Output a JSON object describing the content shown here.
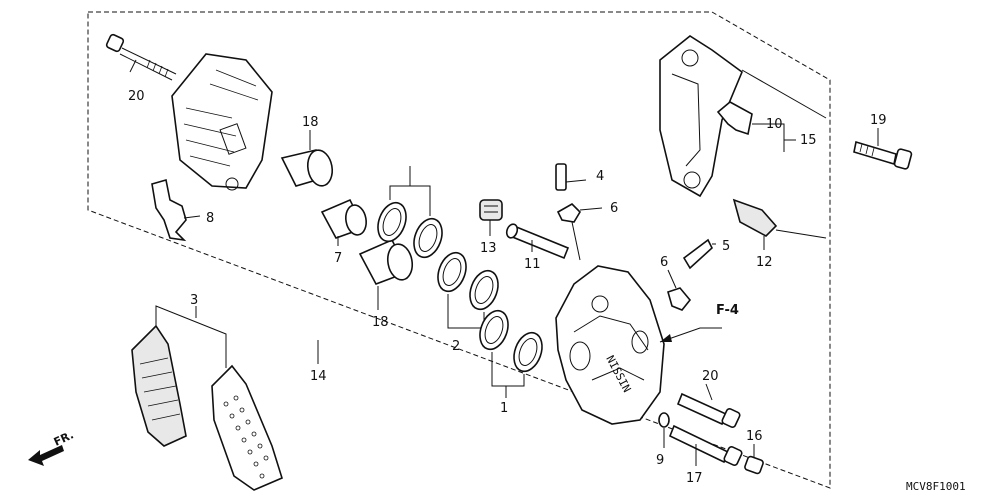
{
  "diagram": {
    "code": "MCV8F1001",
    "front_arrow_label": "FR.",
    "ref_label": "F-4",
    "callouts": {
      "c1": "1",
      "c2": "2",
      "c3": "3",
      "c4": "4",
      "c5": "5",
      "c6a": "6",
      "c6b": "6",
      "c7": "7",
      "c8": "8",
      "c9": "9",
      "c10": "10",
      "c11": "11",
      "c12": "12",
      "c13": "13",
      "c14": "14",
      "c15": "15",
      "c16": "16",
      "c17": "17",
      "c18a": "18",
      "c18b": "18",
      "c19": "19",
      "c20a": "20",
      "c20b": "20"
    }
  }
}
